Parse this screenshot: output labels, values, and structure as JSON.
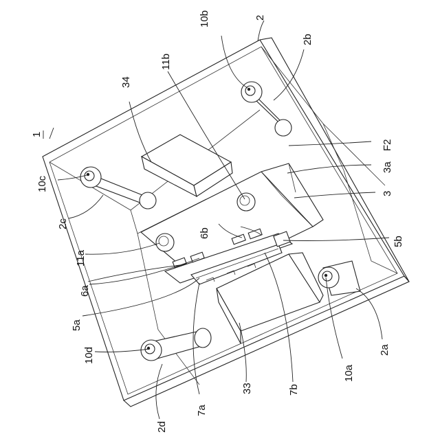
{
  "figure": {
    "number": "1",
    "labels": {
      "l2": "2",
      "l2a": "2a",
      "l2b": "2b",
      "l2c": "2c",
      "l2d": "2d",
      "l3": "3",
      "l3a": "3a",
      "l5a": "5a",
      "l5b": "5b",
      "l6a": "6a",
      "l6b": "6b",
      "l7a": "7a",
      "l7b": "7b",
      "l10a": "10a",
      "l10b": "10b",
      "l10c": "10c",
      "l10d": "10d",
      "l11a": "11a",
      "l11b": "11b",
      "lF2": "F2",
      "l33": "33",
      "l34": "34"
    }
  }
}
